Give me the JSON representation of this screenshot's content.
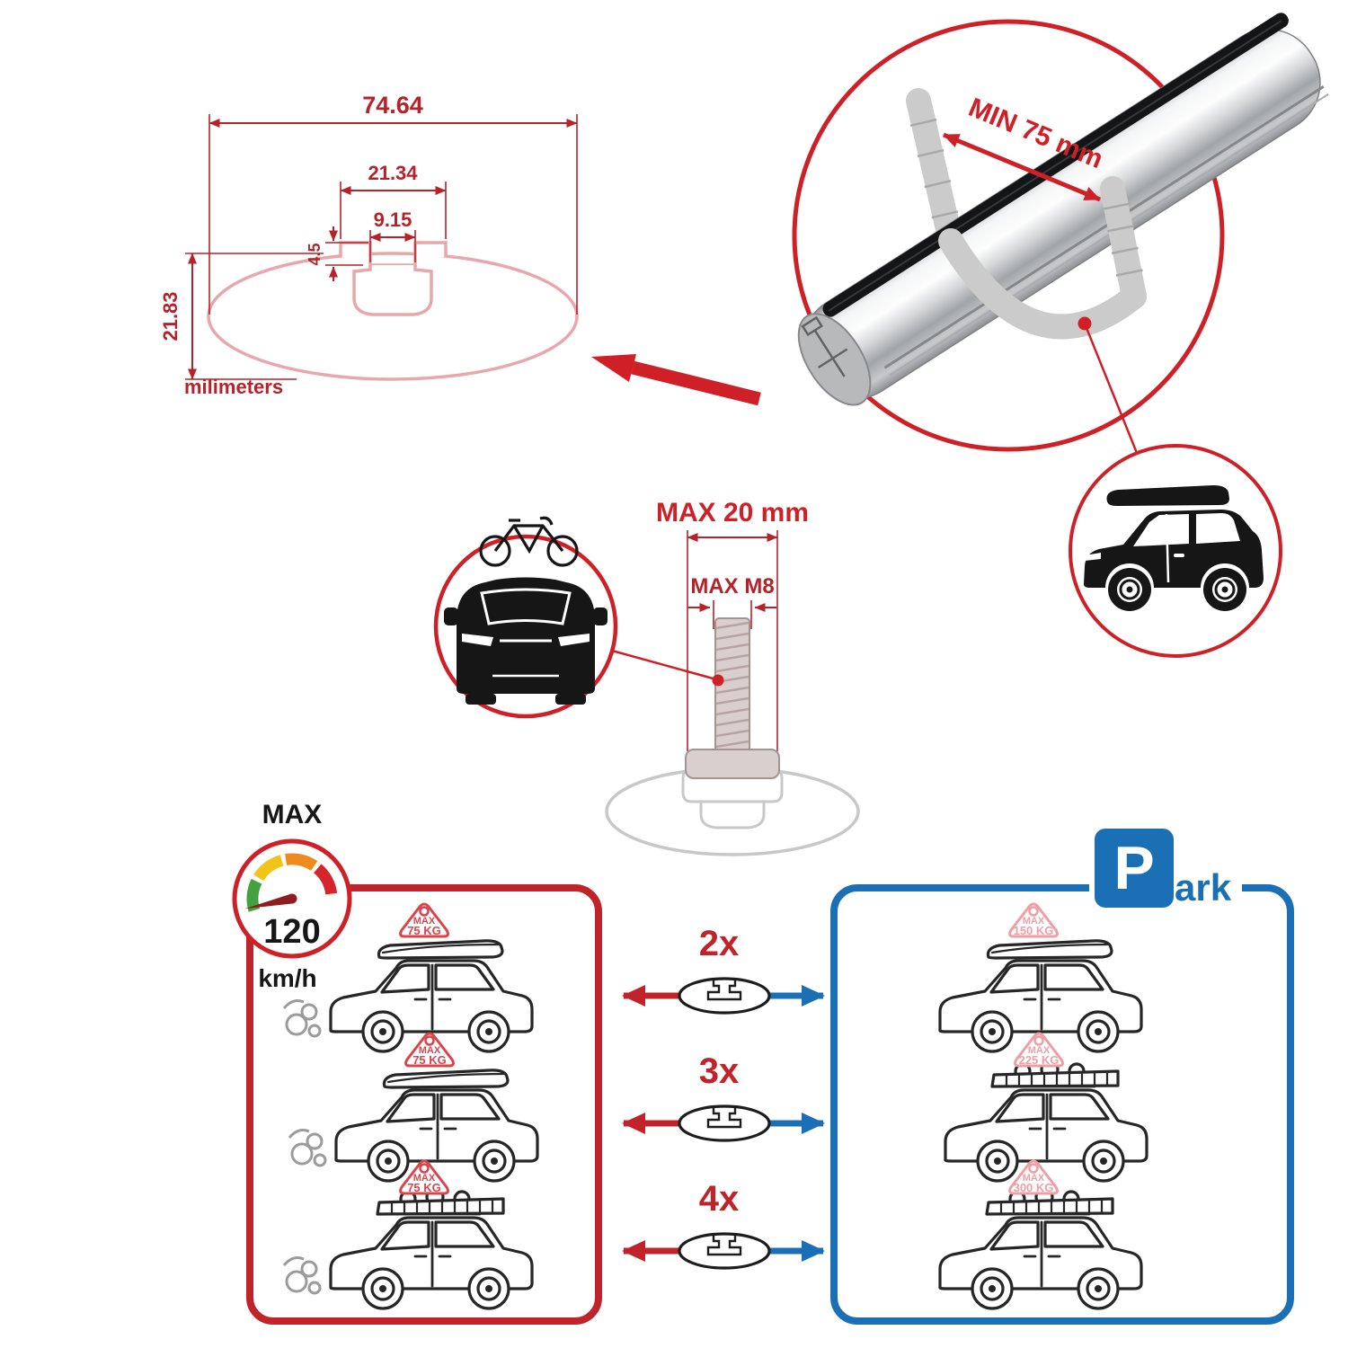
{
  "colors": {
    "dim_red": "#b5232a",
    "accent_red": "#cf2027",
    "panel_red": "#c1232b",
    "panel_blue": "#1a6fb5",
    "ghost_gray": "#c8c8c8",
    "tag_red": "#d8454d",
    "tag_pink": "#ef9ea5",
    "black": "#161616"
  },
  "cross_section": {
    "width": "74.64",
    "channel_outer_width": "21.34",
    "channel_inner_width": "9.15",
    "lip_height": "4.5",
    "height": "21.83",
    "units": "milimeters"
  },
  "bar_detail": {
    "min_span": "MIN 75 mm"
  },
  "bolt_detail": {
    "max_slot_width": "MAX 20 mm",
    "max_thread": "MAX M8"
  },
  "speed_limit": {
    "label": "MAX",
    "value": "120",
    "units": "km/h"
  },
  "parking_sign": {
    "letter": "P",
    "suffix": "ark"
  },
  "driving_panel": {
    "cars": [
      {
        "tag_line1": "MAX",
        "tag_line2": "75 KG"
      },
      {
        "tag_line1": "MAX",
        "tag_line2": "75 KG"
      },
      {
        "tag_line1": "MAX",
        "tag_line2": "75 KG"
      }
    ]
  },
  "parked_panel": {
    "cars": [
      {
        "tag_line1": "MAX",
        "tag_line2": "150 KG"
      },
      {
        "tag_line1": "MAX",
        "tag_line2": "225 KG"
      },
      {
        "tag_line1": "MAX",
        "tag_line2": "300 KG"
      }
    ]
  },
  "bar_counts": [
    {
      "multiplier": "2x"
    },
    {
      "multiplier": "3x"
    },
    {
      "multiplier": "4x"
    }
  ]
}
